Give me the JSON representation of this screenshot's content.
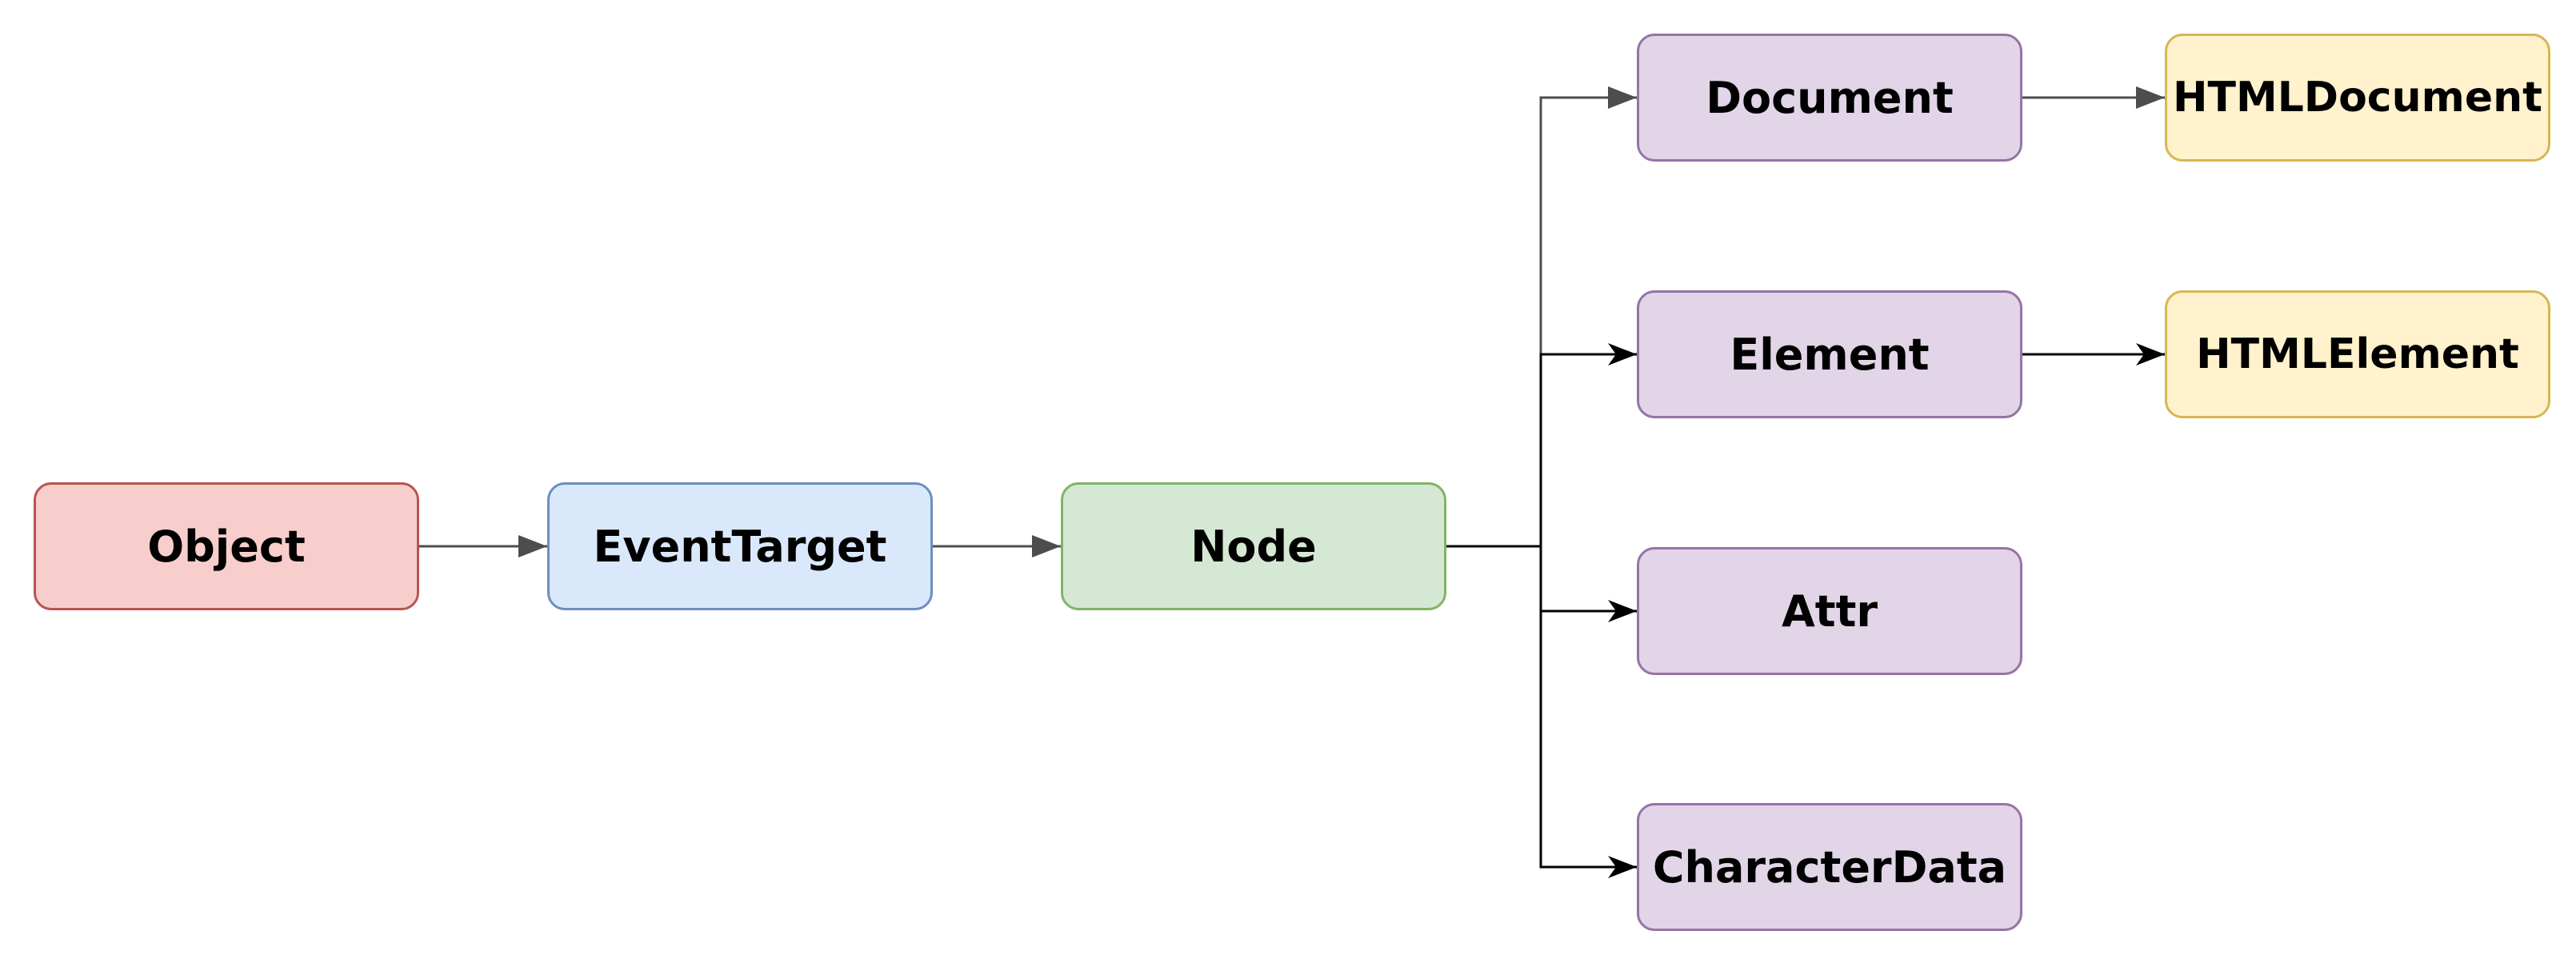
{
  "nodes": {
    "object": {
      "label": "Object",
      "fill": "#f8cecc",
      "stroke": "#b85450"
    },
    "eventtarget": {
      "label": "EventTarget",
      "fill": "#dae8fc",
      "stroke": "#6c8ebf"
    },
    "node": {
      "label": "Node",
      "fill": "#d5e8d4",
      "stroke": "#82b366"
    },
    "document": {
      "label": "Document",
      "fill": "#e1d5e7",
      "stroke": "#9673a6"
    },
    "element": {
      "label": "Element",
      "fill": "#e1d5e7",
      "stroke": "#9673a6"
    },
    "attr": {
      "label": "Attr",
      "fill": "#e1d5e7",
      "stroke": "#9673a6"
    },
    "characterdata": {
      "label": "CharacterData",
      "fill": "#e1d5e7",
      "stroke": "#9673a6"
    },
    "htmldocument": {
      "label": "HTMLDocument",
      "fill": "#fff2cc",
      "stroke": "#d6b656"
    },
    "htmlelement": {
      "label": "HTMLElement",
      "fill": "#fff2cc",
      "stroke": "#d6b656"
    }
  },
  "edges": [
    {
      "from": "object",
      "to": "eventtarget",
      "color": "#4d4d4d",
      "arrow": "block"
    },
    {
      "from": "eventtarget",
      "to": "node",
      "color": "#4d4d4d",
      "arrow": "block"
    },
    {
      "from": "node",
      "to": "document",
      "color": "#4d4d4d",
      "arrow": "block"
    },
    {
      "from": "node",
      "to": "element",
      "color": "#000000",
      "arrow": "open"
    },
    {
      "from": "node",
      "to": "attr",
      "color": "#000000",
      "arrow": "open"
    },
    {
      "from": "node",
      "to": "characterdata",
      "color": "#000000",
      "arrow": "open"
    },
    {
      "from": "document",
      "to": "htmldocument",
      "color": "#4d4d4d",
      "arrow": "block"
    },
    {
      "from": "element",
      "to": "htmlelement",
      "color": "#000000",
      "arrow": "open"
    }
  ]
}
